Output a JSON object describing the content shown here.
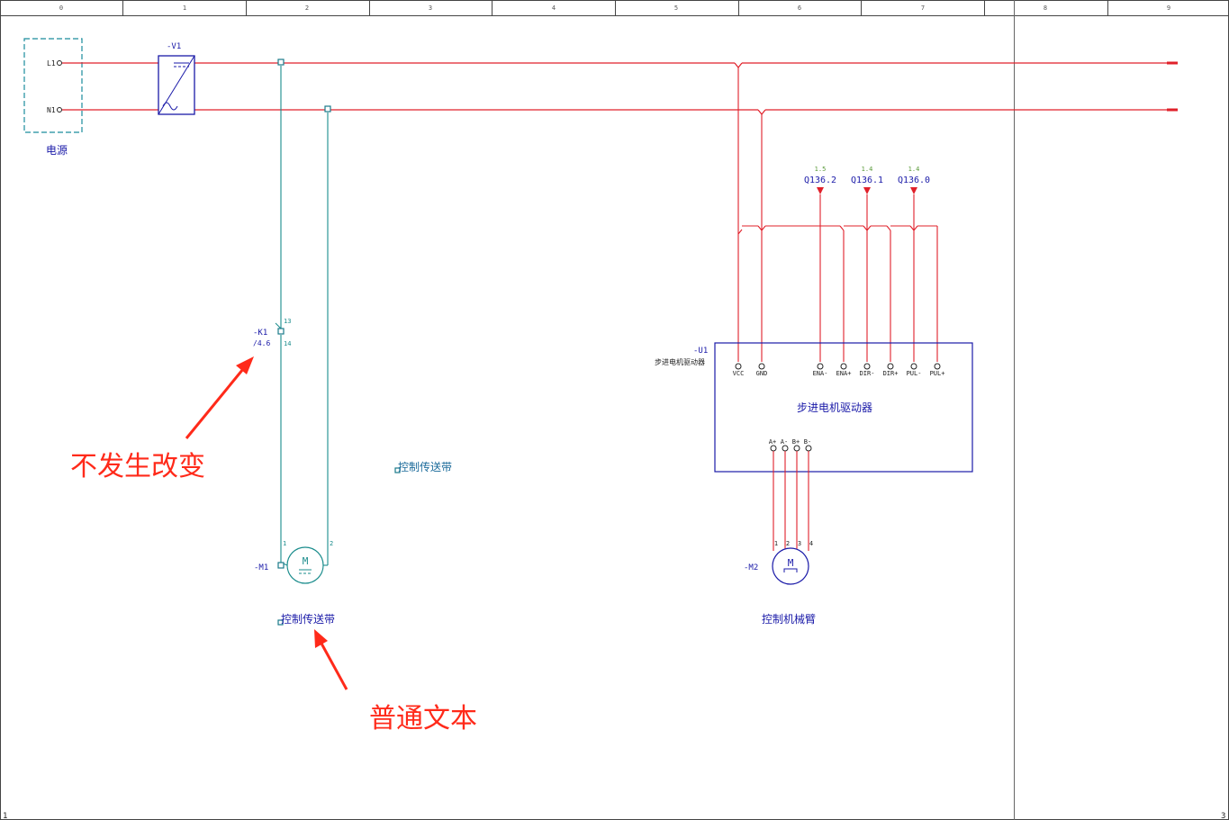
{
  "ruler": {
    "columns": [
      "0",
      "1",
      "2",
      "3",
      "4",
      "5",
      "6",
      "7",
      "",
      "8",
      "9"
    ]
  },
  "page": {
    "corner_left": "1",
    "corner_right": "3"
  },
  "power": {
    "l1": "L1",
    "n1": "N1",
    "label": "电源"
  },
  "converter": {
    "tag": "-V1"
  },
  "relay": {
    "tag": "-K1",
    "ref": "/4.6",
    "pin_top": "13",
    "pin_bottom": "14"
  },
  "motor1": {
    "tag": "-M1",
    "symbol": "M",
    "pin1": "1",
    "pin2": "2",
    "title": "控制传送带"
  },
  "floating_text": "控制传送带",
  "outputs": [
    {
      "ref": "1.5",
      "name": "Q136.2"
    },
    {
      "ref": "1.4",
      "name": "Q136.1"
    },
    {
      "ref": "1.4",
      "name": "Q136.0"
    }
  ],
  "driver": {
    "tag": "-U1",
    "subtitle": "步进电机驱动器",
    "title": "步进电机驱动器",
    "top_pins": [
      "VCC",
      "GND",
      "ENA-",
      "ENA+",
      "DIR-",
      "DIR+",
      "PUL-",
      "PUL+"
    ],
    "bottom_pins": [
      "A+",
      "A-",
      "B+",
      "B-"
    ]
  },
  "motor2": {
    "tag": "-M2",
    "symbol": "M",
    "pins": [
      "1",
      "2",
      "3",
      "4"
    ],
    "title": "控制机械臂"
  },
  "annotations": {
    "unchanged": "不发生改变",
    "plain_text": "普通文本"
  },
  "colors": {
    "power_line": "#e0202a",
    "control_line": "#1a8c8c",
    "device_blue": "#1a1aa8",
    "annotation_red": "#ff2a1a",
    "ref_green": "#5a9a3a"
  }
}
